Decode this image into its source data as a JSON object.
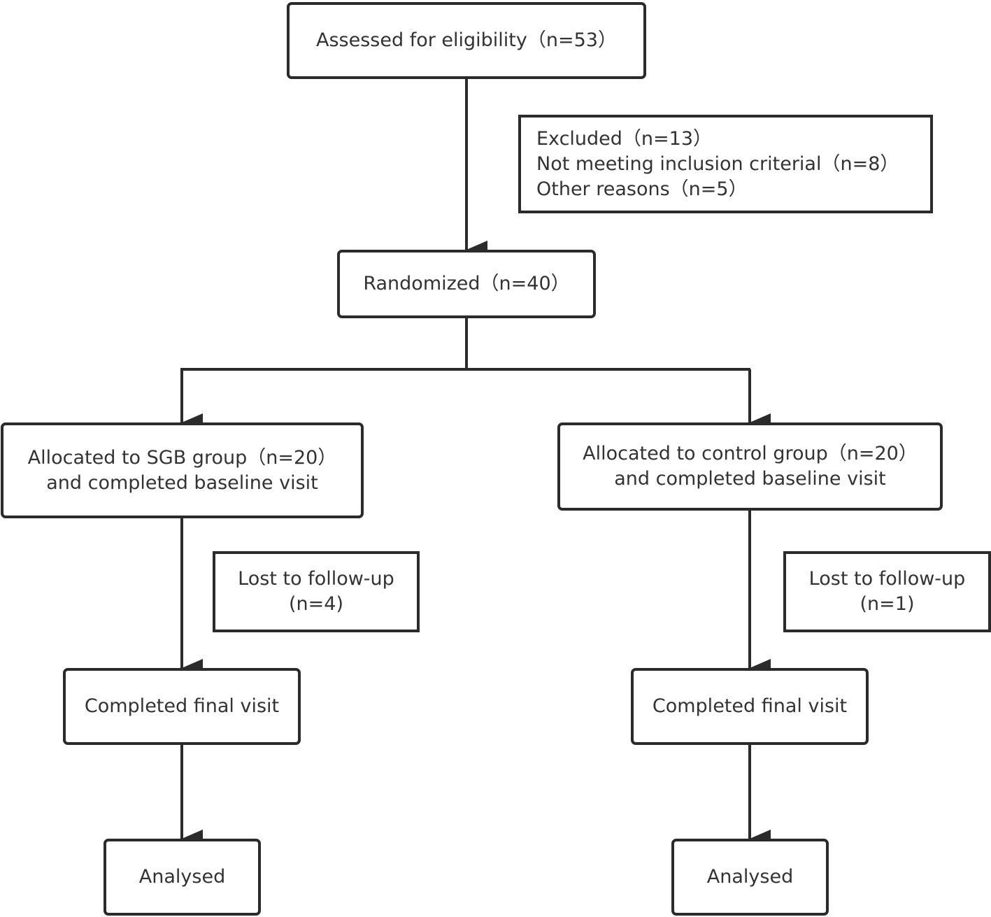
{
  "diagram": {
    "assessed": "Assessed for eligibility（n=53）",
    "excluded": {
      "line1": "Excluded（n=13）",
      "line2": "Not meeting inclusion criterial（n=8）",
      "line3": "Other reasons（n=5）"
    },
    "randomized": "Randomized（n=40）",
    "sgb_group": {
      "line1": "Allocated to SGB group（n=20）",
      "line2": "and completed baseline visit"
    },
    "control_group": {
      "line1": "Allocated to control group（n=20）",
      "line2": "and completed baseline visit"
    },
    "lost_left": {
      "line1": "Lost to follow-up",
      "line2": "(n=4)"
    },
    "lost_right": {
      "line1": "Lost to follow-up",
      "line2": "(n=1)"
    },
    "final_left": "Completed final visit",
    "final_right": "Completed final visit",
    "analysed_left": "Analysed",
    "analysed_right": "Analysed"
  }
}
